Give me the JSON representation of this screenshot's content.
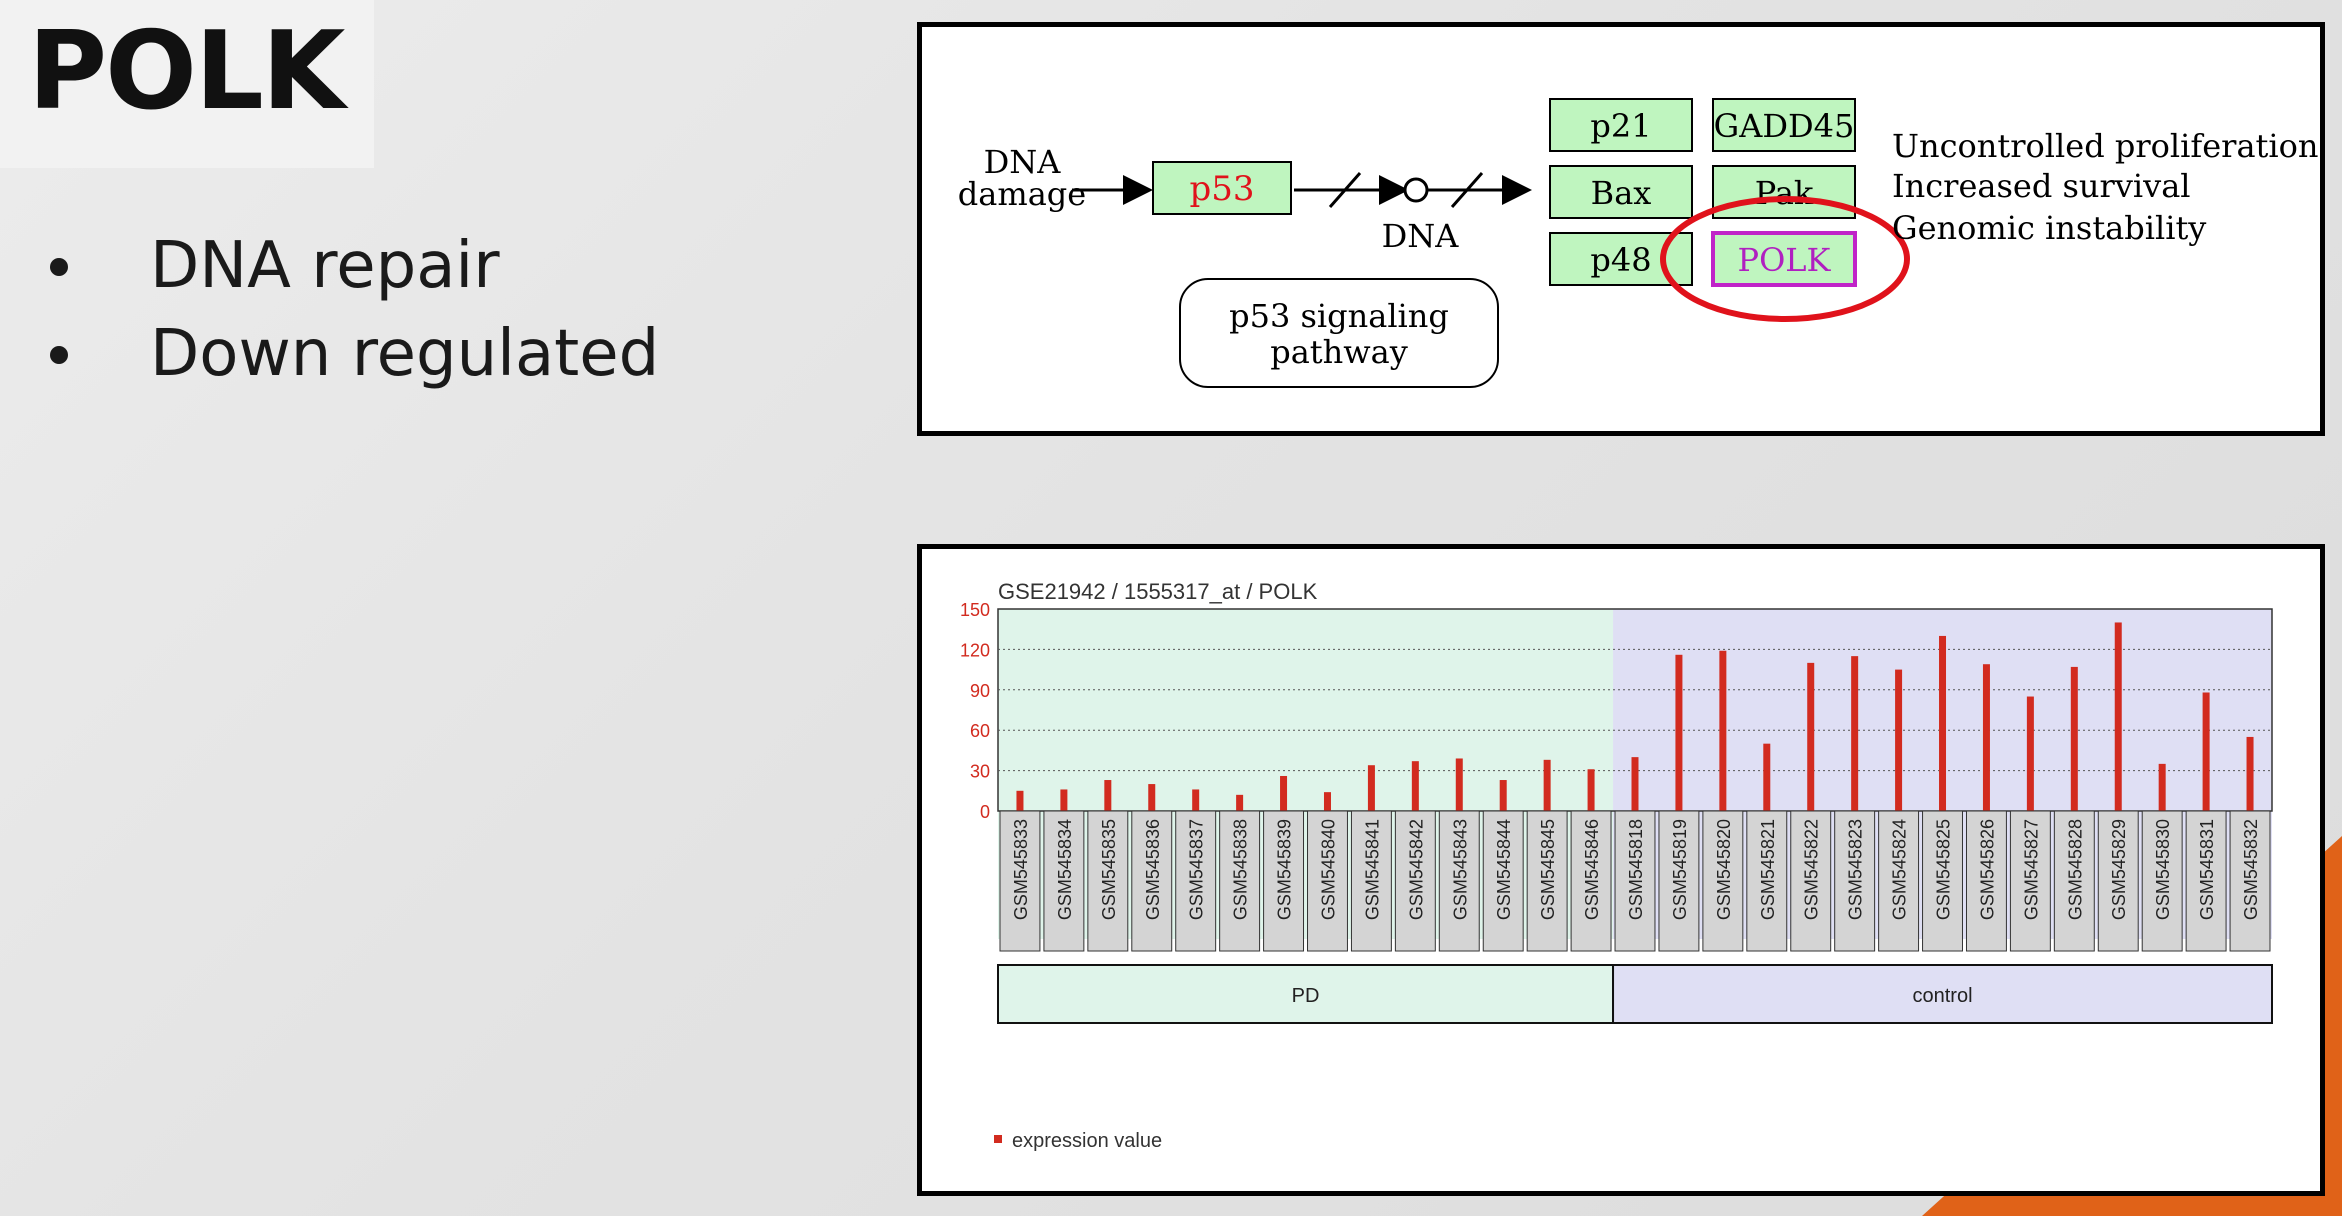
{
  "slide": {
    "title": "POLK",
    "bullets": [
      "DNA repair",
      "Down regulated"
    ]
  },
  "pathway": {
    "input_label_line1": "DNA",
    "input_label_line2": "damage",
    "p53_label": "p53",
    "dna_label": "DNA",
    "gene_boxes": [
      "p21",
      "GADD45",
      "Bax",
      "Pak",
      "p48",
      "POLK"
    ],
    "outcomes": [
      "Uncontrolled proliferation",
      "Increased survival",
      "Genomic instability"
    ],
    "pathway_name_line1": "p53 signaling",
    "pathway_name_line2": "pathway",
    "highlight_color": "#e0121b"
  },
  "chart_data": {
    "type": "bar",
    "title": "GSE21942 / 1555317_at / POLK",
    "ylim": [
      0,
      150
    ],
    "yticks": [
      0,
      30,
      60,
      90,
      120,
      150
    ],
    "grid": true,
    "legend": "bottom-left",
    "bar_color": "#d22b1f",
    "categories": [
      "GSM545833",
      "GSM545834",
      "GSM545835",
      "GSM545836",
      "GSM545837",
      "GSM545838",
      "GSM545839",
      "GSM545840",
      "GSM545841",
      "GSM545842",
      "GSM545843",
      "GSM545844",
      "GSM545845",
      "GSM545846",
      "GSM545818",
      "GSM545819",
      "GSM545820",
      "GSM545821",
      "GSM545822",
      "GSM545823",
      "GSM545824",
      "GSM545825",
      "GSM545826",
      "GSM545827",
      "GSM545828",
      "GSM545829",
      "GSM545830",
      "GSM545831",
      "GSM545832"
    ],
    "series": [
      {
        "name": "expression value",
        "values": [
          15,
          16,
          23,
          20,
          16,
          12,
          26,
          14,
          34,
          37,
          39,
          23,
          38,
          31,
          40,
          116,
          119,
          50,
          110,
          115,
          105,
          130,
          109,
          85,
          107,
          140,
          35,
          88,
          55
        ]
      }
    ],
    "groups": [
      {
        "label": "PD",
        "count": 14,
        "color": "#dff4ea"
      },
      {
        "label": "control",
        "count": 15,
        "color": "#dfdff4"
      }
    ]
  }
}
